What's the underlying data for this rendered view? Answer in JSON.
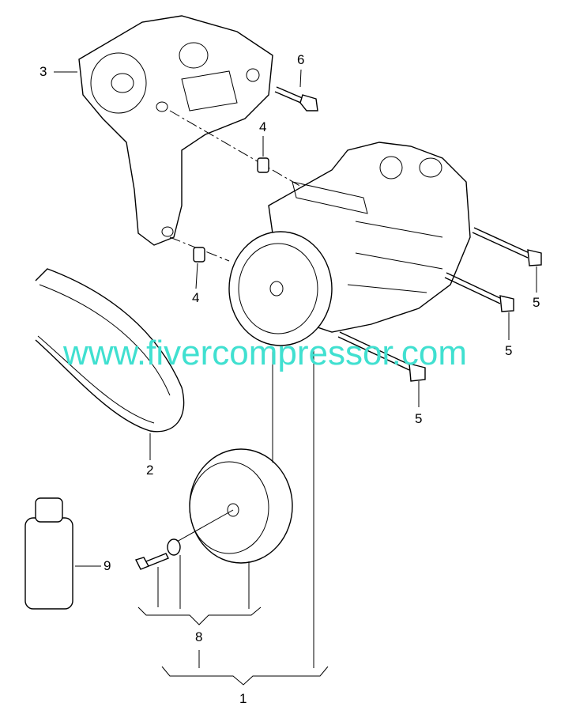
{
  "diagram": {
    "callouts": {
      "bracket": "3",
      "bolt_top": "6",
      "bushing_upper": "4",
      "bushing_lower": "4",
      "bolt_right_1": "5",
      "bolt_right_2": "5",
      "bolt_right_3": "5",
      "belt": "2",
      "oil_bottle": "9",
      "pulley_kit": "8",
      "compressor_assembly": "1"
    },
    "watermark": "www.fivercompressor.com",
    "colors": {
      "watermark": "#40E0D0",
      "lines": "#000000"
    }
  }
}
